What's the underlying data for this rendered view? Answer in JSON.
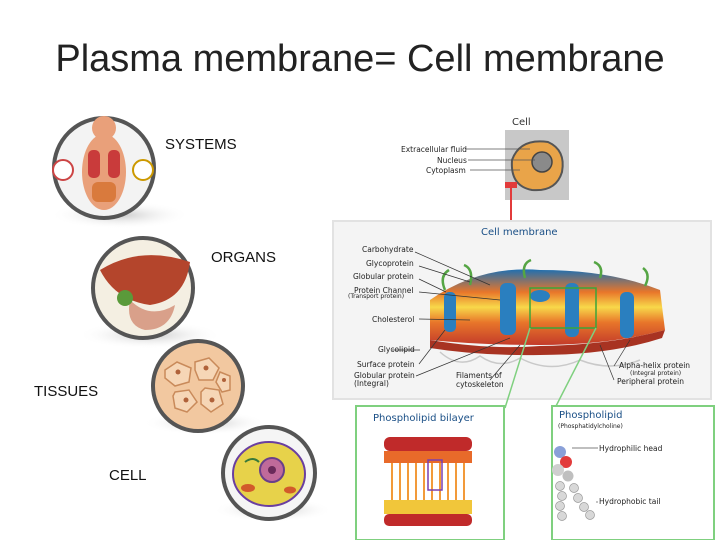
{
  "title": "Plasma membrane= Cell membrane",
  "levels": {
    "systems": "SYSTEMS",
    "organs": "ORGANS",
    "tissues": "TISSUES",
    "cell": "CELL"
  },
  "cell_inset": {
    "title": "Cell",
    "labels": [
      "Extracellular fluid",
      "Nucleus",
      "Cytoplasm"
    ]
  },
  "membrane": {
    "title": "Cell membrane",
    "left_labels": [
      "Carbohydrate",
      "Glycoprotein",
      "Globular protein",
      "Protein Channel",
      "(Transport protein)",
      "Cholesterol",
      "Glycolipid",
      "Surface protein",
      "Globular protein",
      "(Integral)"
    ],
    "filaments": [
      "Filaments of",
      "cytoskeleton"
    ],
    "right_labels": [
      "Alpha-helix protein",
      "(Integral protein)",
      "Peripheral protein"
    ]
  },
  "bilayer": {
    "title": "Phospholipid bilayer"
  },
  "phospholipid": {
    "title": "Phospholipid",
    "subtitle": "(Phosphatidylcholine)",
    "head": "Hydrophilic head",
    "tail": "Hydrophobic tail"
  },
  "colors": {
    "connector": "#e23b3b",
    "membrane_frame": "#ececec",
    "panel_border": "#7fd07f",
    "header_text": "#1a4f86"
  }
}
